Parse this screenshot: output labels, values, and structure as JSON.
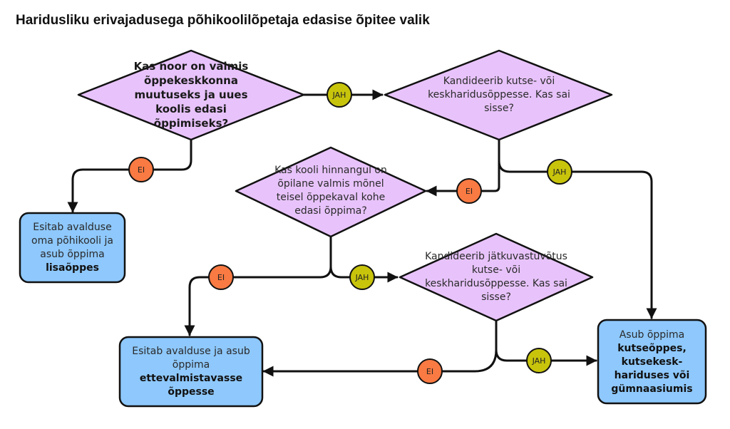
{
  "title": "Haridusliku erivajadusega põhikoolilõpetaja edasise õpitee valik",
  "colors": {
    "decision_fill": "#e8c3fb",
    "outcome_fill": "#8ec8fc",
    "yes_badge": "#c8c40c",
    "no_badge": "#f97a42",
    "stroke": "#111111"
  },
  "nodes": {
    "q1": {
      "type": "decision",
      "text": "Kas noor on valmis õppekeskkonna muutuseks ja uues koolis edasi õppimiseks?"
    },
    "q2": {
      "type": "decision",
      "text": "Kandideerib kutse- või keskharidusõppesse. Kas sai sisse?"
    },
    "q3": {
      "type": "decision",
      "text": "Kas kooli hinnangul on õpilane valmis mõnel teisel õppekaval kohe edasi õppima?"
    },
    "q4": {
      "type": "decision",
      "text": "Kandideerib jätkuvastuvõtus kutse- või keskharidusõppesse. Kas sai sisse?"
    },
    "o1": {
      "type": "outcome",
      "text": "Esitab avalduse oma põhikooli ja asub õppima",
      "bold": "lisaõppes"
    },
    "o2": {
      "type": "outcome",
      "text": "Esitab avalduse ja asub õppima",
      "bold": "ettevalmistavasse õppesse"
    },
    "o3": {
      "type": "outcome",
      "text": "Asub õppima",
      "bold": "kutseõppes, kutsekesk-hariduses või gümnaasiumis"
    }
  },
  "edges": [
    {
      "from": "q1",
      "to": "q2",
      "label": "JAH"
    },
    {
      "from": "q1",
      "to": "o1",
      "label": "EI"
    },
    {
      "from": "q2",
      "to": "o3",
      "label": "JAH"
    },
    {
      "from": "q2",
      "to": "q3",
      "label": "EI"
    },
    {
      "from": "q3",
      "to": "q4",
      "label": "JAH"
    },
    {
      "from": "q3",
      "to": "o2",
      "label": "EI"
    },
    {
      "from": "q4",
      "to": "o3",
      "label": "JAH"
    },
    {
      "from": "q4",
      "to": "o2",
      "label": "EI"
    }
  ]
}
